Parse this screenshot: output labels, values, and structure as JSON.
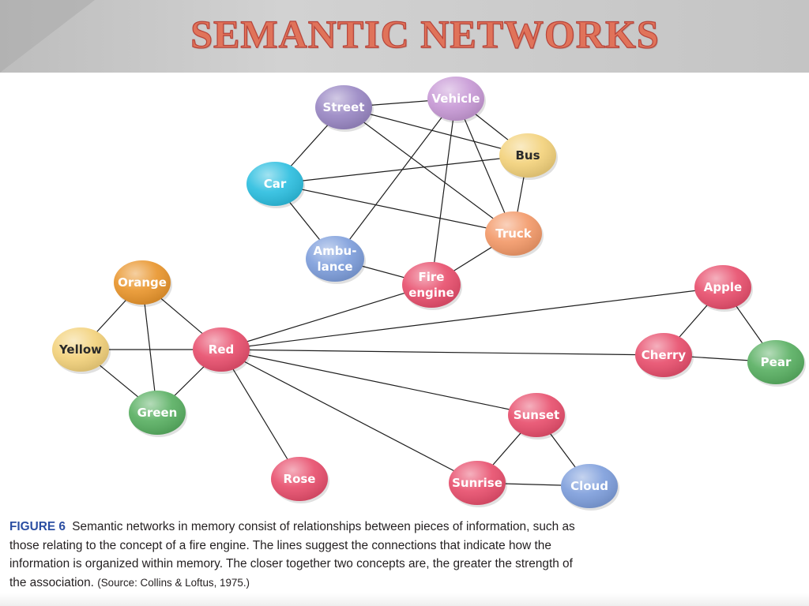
{
  "header": {
    "title": "SEMANTIC NETWORKS"
  },
  "colors": {
    "title_fill": "#e0735a",
    "figure_label": "#2b4ea2",
    "edge": "#1e1e1e"
  },
  "network": {
    "nodes": [
      {
        "id": "street",
        "label": "Street",
        "color": "#9a88c4"
      },
      {
        "id": "vehicle",
        "label": "Vehicle",
        "color": "#c89ad6"
      },
      {
        "id": "bus",
        "label": "Bus",
        "color": "#f3d27c"
      },
      {
        "id": "car",
        "label": "Car",
        "color": "#2ebfe0"
      },
      {
        "id": "truck",
        "label": "Truck",
        "color": "#f39a6a"
      },
      {
        "id": "ambulance",
        "label": "Ambu-\nlance",
        "color": "#7f9fdc"
      },
      {
        "id": "fireengine",
        "label": "Fire\nengine",
        "color": "#e8506e"
      },
      {
        "id": "orange",
        "label": "Orange",
        "color": "#e9962e"
      },
      {
        "id": "yellow",
        "label": "Yellow",
        "color": "#f3d27c"
      },
      {
        "id": "red",
        "label": "Red",
        "color": "#e8506e"
      },
      {
        "id": "green",
        "label": "Green",
        "color": "#5ab063"
      },
      {
        "id": "apple",
        "label": "Apple",
        "color": "#e8506e"
      },
      {
        "id": "cherry",
        "label": "Cherry",
        "color": "#e8506e"
      },
      {
        "id": "pear",
        "label": "Pear",
        "color": "#5ab063"
      },
      {
        "id": "sunset",
        "label": "Sunset",
        "color": "#e8506e"
      },
      {
        "id": "sunrise",
        "label": "Sunrise",
        "color": "#e8506e"
      },
      {
        "id": "cloud",
        "label": "Cloud",
        "color": "#7f9fdc"
      },
      {
        "id": "rose",
        "label": "Rose",
        "color": "#e8506e"
      }
    ],
    "edges": [
      [
        "street",
        "vehicle"
      ],
      [
        "street",
        "bus"
      ],
      [
        "street",
        "truck"
      ],
      [
        "street",
        "car"
      ],
      [
        "vehicle",
        "bus"
      ],
      [
        "vehicle",
        "truck"
      ],
      [
        "vehicle",
        "ambulance"
      ],
      [
        "vehicle",
        "fireengine"
      ],
      [
        "car",
        "bus"
      ],
      [
        "car",
        "truck"
      ],
      [
        "car",
        "ambulance"
      ],
      [
        "bus",
        "truck"
      ],
      [
        "truck",
        "fireengine"
      ],
      [
        "ambulance",
        "fireengine"
      ],
      [
        "fireengine",
        "red"
      ],
      [
        "orange",
        "yellow"
      ],
      [
        "orange",
        "red"
      ],
      [
        "orange",
        "green"
      ],
      [
        "yellow",
        "red"
      ],
      [
        "yellow",
        "green"
      ],
      [
        "green",
        "red"
      ],
      [
        "red",
        "apple"
      ],
      [
        "red",
        "cherry"
      ],
      [
        "red",
        "sunset"
      ],
      [
        "red",
        "sunrise"
      ],
      [
        "red",
        "rose"
      ],
      [
        "apple",
        "cherry"
      ],
      [
        "apple",
        "pear"
      ],
      [
        "cherry",
        "pear"
      ],
      [
        "sunset",
        "sunrise"
      ],
      [
        "sunset",
        "cloud"
      ],
      [
        "sunrise",
        "cloud"
      ]
    ]
  },
  "caption": {
    "figure_label": "FIGURE 6",
    "text": "Semantic networks in memory consist of relationships between pieces of information, such as those relating to the concept of a fire engine. The lines suggest the connections that indicate how the information is organized within memory. The closer together two concepts are, the greater the strength of the association.",
    "source": "(Source: Collins & Loftus, 1975.)"
  }
}
